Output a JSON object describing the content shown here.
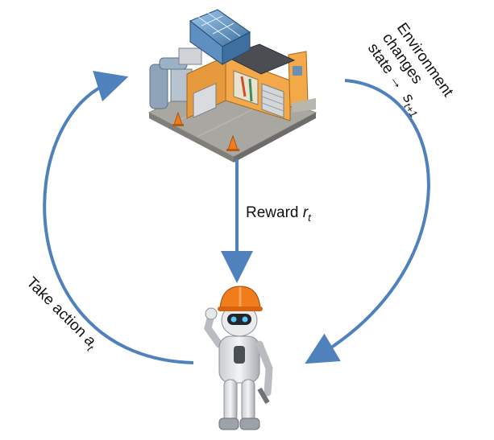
{
  "labels": {
    "reward_text": "Reward ",
    "reward_symbol": "r",
    "reward_subscript": "t",
    "action_text": "Take action ",
    "action_symbol": "a",
    "action_subscript": "t",
    "env_line1": "Environment",
    "env_line2": "changes",
    "env_line3": "state →",
    "env_symbol": "s",
    "env_subscript": "t+1"
  },
  "colors": {
    "arrow": "#4f81bd",
    "helmet": "#f07c1c",
    "building_wall": "#f3a94a",
    "roof_glass": "#3e6f9f"
  },
  "icons": {
    "environment": "factory-building-icon",
    "agent": "robot-worker-icon"
  }
}
